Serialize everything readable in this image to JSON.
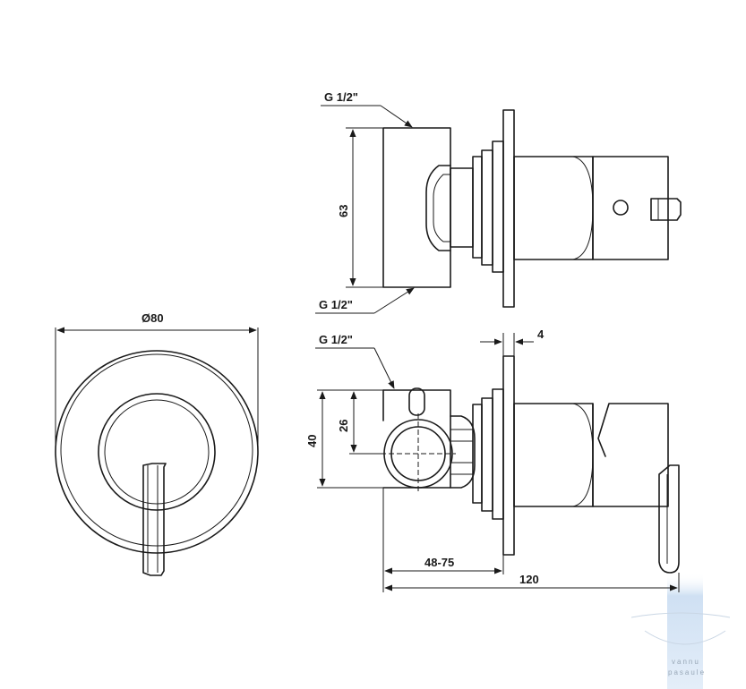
{
  "labels": {
    "thread_top": "G 1/2\"",
    "thread_bottom": "G 1/2\"",
    "thread_side": "G 1/2\"",
    "dim_height_top": "63",
    "dim_diameter": "Ø80",
    "dim_height_40": "40",
    "dim_height_26": "26",
    "dim_plate": "4",
    "dim_depth": "48-75",
    "dim_total": "120"
  },
  "watermark": {
    "line1": "vannu",
    "line2": "pasaule"
  },
  "colors": {
    "line": "#1a1a1a",
    "watermark_blue": "#cfe0f3"
  }
}
